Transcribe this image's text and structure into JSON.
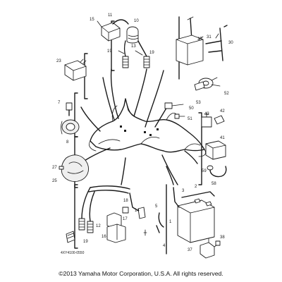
{
  "diagram": {
    "part_numbers": {
      "p11": "11",
      "p10": "10",
      "p15": "15",
      "p13": "13",
      "p19a": "19",
      "p19b": "19",
      "p23": "23",
      "p35": "35",
      "p31": "31",
      "p30": "30",
      "p52": "52",
      "p53": "53",
      "p7": "7",
      "p8": "8",
      "p50": "50",
      "p51": "51",
      "p43": "43",
      "p42": "42",
      "p41": "41",
      "p27": "27",
      "p25": "25",
      "p59": "59",
      "p58": "58",
      "p18": "18",
      "p14": "14",
      "p17": "17",
      "p12": "12",
      "p16": "16",
      "p19c": "19",
      "p3": "3",
      "p2": "2",
      "p1": "1",
      "p4": "4",
      "p5": "5",
      "p38": "38",
      "p37": "37"
    },
    "drawing_code": "4XY4100-0550"
  },
  "footer": {
    "copyright": "©2013 Yamaha Motor Corporation, U.S.A. All rights reserved."
  }
}
